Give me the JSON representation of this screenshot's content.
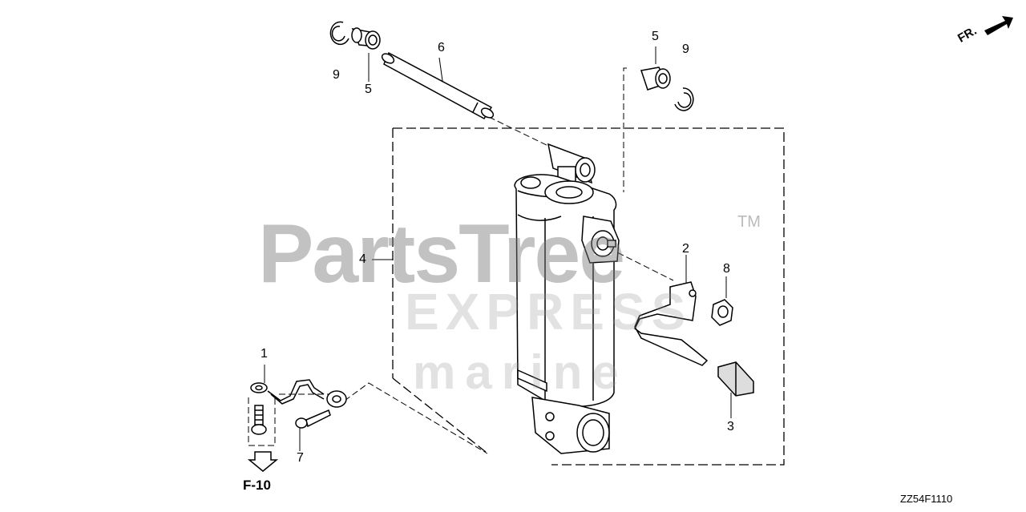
{
  "watermark": {
    "brand": "PartsTree",
    "tm": "TM",
    "line1": "EXPRESS",
    "line2": "marine"
  },
  "direction": {
    "label": "FR."
  },
  "reference": {
    "label": "F-10"
  },
  "diagram_code": "ZZ54F1110",
  "callouts": {
    "c1": "1",
    "c2": "2",
    "c3": "3",
    "c4": "4",
    "c5a": "5",
    "c5b": "5",
    "c6": "6",
    "c7": "7",
    "c8": "8",
    "c9a": "9",
    "c9b": "9"
  }
}
